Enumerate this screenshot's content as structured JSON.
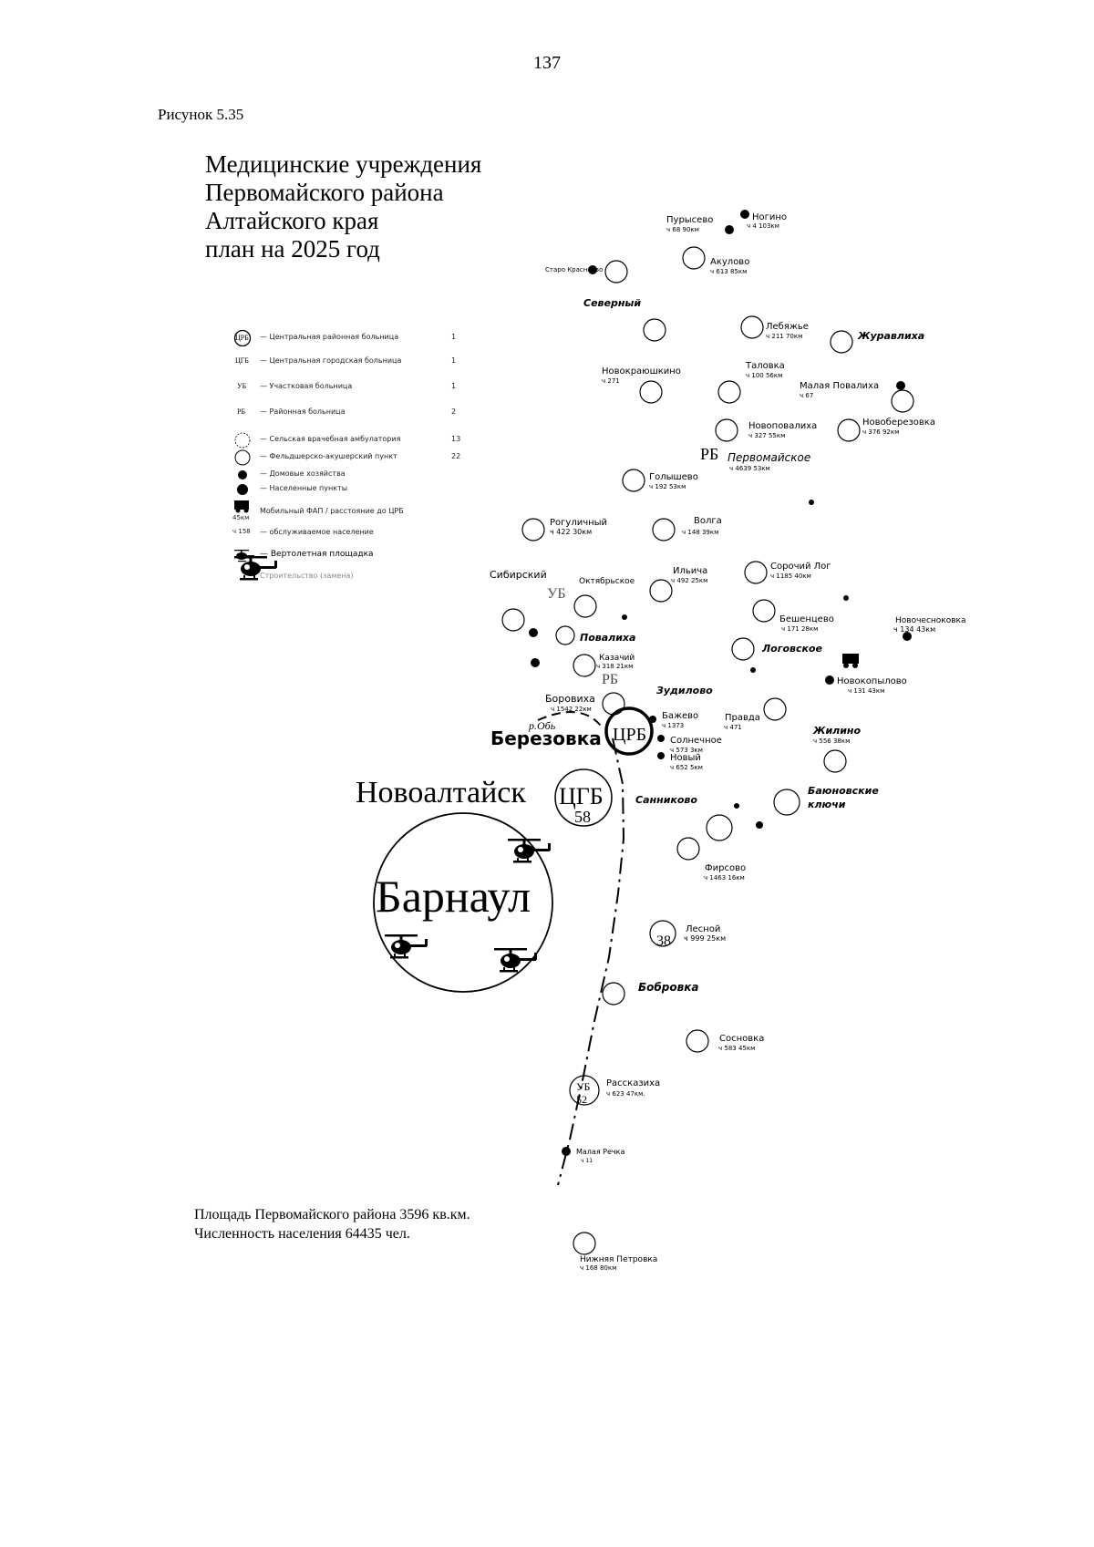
{
  "page_number": "137",
  "figure_label": "Рисунок 5.35",
  "title_lines": [
    "Медицинские учреждения",
    "Первомайского района",
    "Алтайского края",
    "план на 2025 год"
  ],
  "footer_lines": [
    "Площадь Первомайского района 3596 кв.км.",
    "Численность населения 64435 чел."
  ],
  "legend": [
    {
      "symbol": "ЦРБ",
      "text": "— Центральная районная больница",
      "count": "1"
    },
    {
      "symbol": "ЦГБ",
      "text": "— Центральная городская больница",
      "count": "1"
    },
    {
      "symbol": "УБ",
      "text": "— Участковая больница",
      "count": "1"
    },
    {
      "symbol": "РБ",
      "text": "— Районная больница",
      "count": "2"
    },
    {
      "symbol": "",
      "text": "— Сельская врачебная амбулатория",
      "count": "13"
    },
    {
      "symbol": "",
      "text": "— Фельдшерско-акушерский пункт",
      "count": "22"
    },
    {
      "symbol": "",
      "text": "— Домовые хозяйства",
      "count": ""
    },
    {
      "symbol": "",
      "text": "— Населенные пункты",
      "count": ""
    },
    {
      "symbol": "45км",
      "text": "Мобильный ФАП / расстояние до ЦРБ",
      "count": ""
    },
    {
      "symbol": "ч 158",
      "text": "— обслуживаемое население",
      "count": ""
    },
    {
      "symbol": "",
      "text": "— Вертолетная площадка",
      "count": ""
    },
    {
      "symbol": "",
      "text": "Строительство (замена)",
      "count": ""
    }
  ],
  "big_labels": {
    "novoaltaysk": "Новоалтайск",
    "barnaul": "Барнаул",
    "berezovka": "Березовка",
    "crb": "ЦРБ",
    "cgb": "ЦГБ",
    "cgb_num": "58",
    "ub": "УБ",
    "rb1": "РБ",
    "rb2": "РБ",
    "pos_label": "р.Обь"
  },
  "settlements": [
    {
      "name": "Пурысево",
      "info": "ч 68  90км"
    },
    {
      "name": "Ногино",
      "info": "ч 4  103км"
    },
    {
      "name": "Акулово",
      "info": "ч 613  85км"
    },
    {
      "name": "Старо Краснояво",
      "info": ""
    },
    {
      "name": "Северный",
      "info": ""
    },
    {
      "name": "Лебяжье",
      "info": "ч 211  70км"
    },
    {
      "name": "Журавлиха",
      "info": ""
    },
    {
      "name": "Новокраюшкино",
      "info": "ч 271"
    },
    {
      "name": "Таловка",
      "info": "ч 100  56км"
    },
    {
      "name": "Малая Повалиха",
      "info": "ч 67"
    },
    {
      "name": "Новоповалиха",
      "info": "ч 327   55км"
    },
    {
      "name": "Новоберезовка",
      "info": "ч 376  92км"
    },
    {
      "name": "Первомайское",
      "info": "ч 4639   53км"
    },
    {
      "name": "Голышево",
      "info": "ч 192  53км"
    },
    {
      "name": "Рогуличный",
      "info": "ч 422  30км"
    },
    {
      "name": "Волга",
      "info": "ч 148  39км"
    },
    {
      "name": "Сибирский",
      "info": ""
    },
    {
      "name": "Октябрьское",
      "info": ""
    },
    {
      "name": "Ильича",
      "info": "ч 492 25км"
    },
    {
      "name": "Сорочий Лог",
      "info": "ч 1185  40км"
    },
    {
      "name": "Бешенцево",
      "info": "ч 171  28км"
    },
    {
      "name": "Новочесноковка",
      "info": "ч 134   43км"
    },
    {
      "name": "Повалиха",
      "info": ""
    },
    {
      "name": "Логовское",
      "info": ""
    },
    {
      "name": "Казачий",
      "info": "ч 318 21км"
    },
    {
      "name": "Новокопылово",
      "info": "ч 131  43км"
    },
    {
      "name": "Боровиха",
      "info": "ч 1542  22км"
    },
    {
      "name": "Зудилово",
      "info": ""
    },
    {
      "name": "Бажево",
      "info": "ч 1373"
    },
    {
      "name": "Правда",
      "info": "ч 471"
    },
    {
      "name": "Жилино",
      "info": "ч 556  38км"
    },
    {
      "name": "Солнечное",
      "info": "ч 573  3км"
    },
    {
      "name": "Новый",
      "info": "ч 652  5км"
    },
    {
      "name": "Санниково",
      "info": ""
    },
    {
      "name": "Баюновские ключи",
      "info": ""
    },
    {
      "name": "Фирсово",
      "info": "ч 1463  16км"
    },
    {
      "name": "Лесной",
      "info": "ч 999  25км"
    },
    {
      "name": "Бобровка",
      "info": ""
    },
    {
      "name": "Сосновка",
      "info": "ч 583  45км"
    },
    {
      "name": "Рассказиха",
      "info": "ч 623  47км."
    },
    {
      "name": "Малая Речка",
      "info": "ч 11"
    },
    {
      "name": "Нижняя Петровка",
      "info": "ч 168        80км"
    }
  ],
  "facility_numbers": {
    "lesnoy": "38",
    "rasskaziha_mark": "УБ",
    "rasskaziha_num": "52"
  }
}
